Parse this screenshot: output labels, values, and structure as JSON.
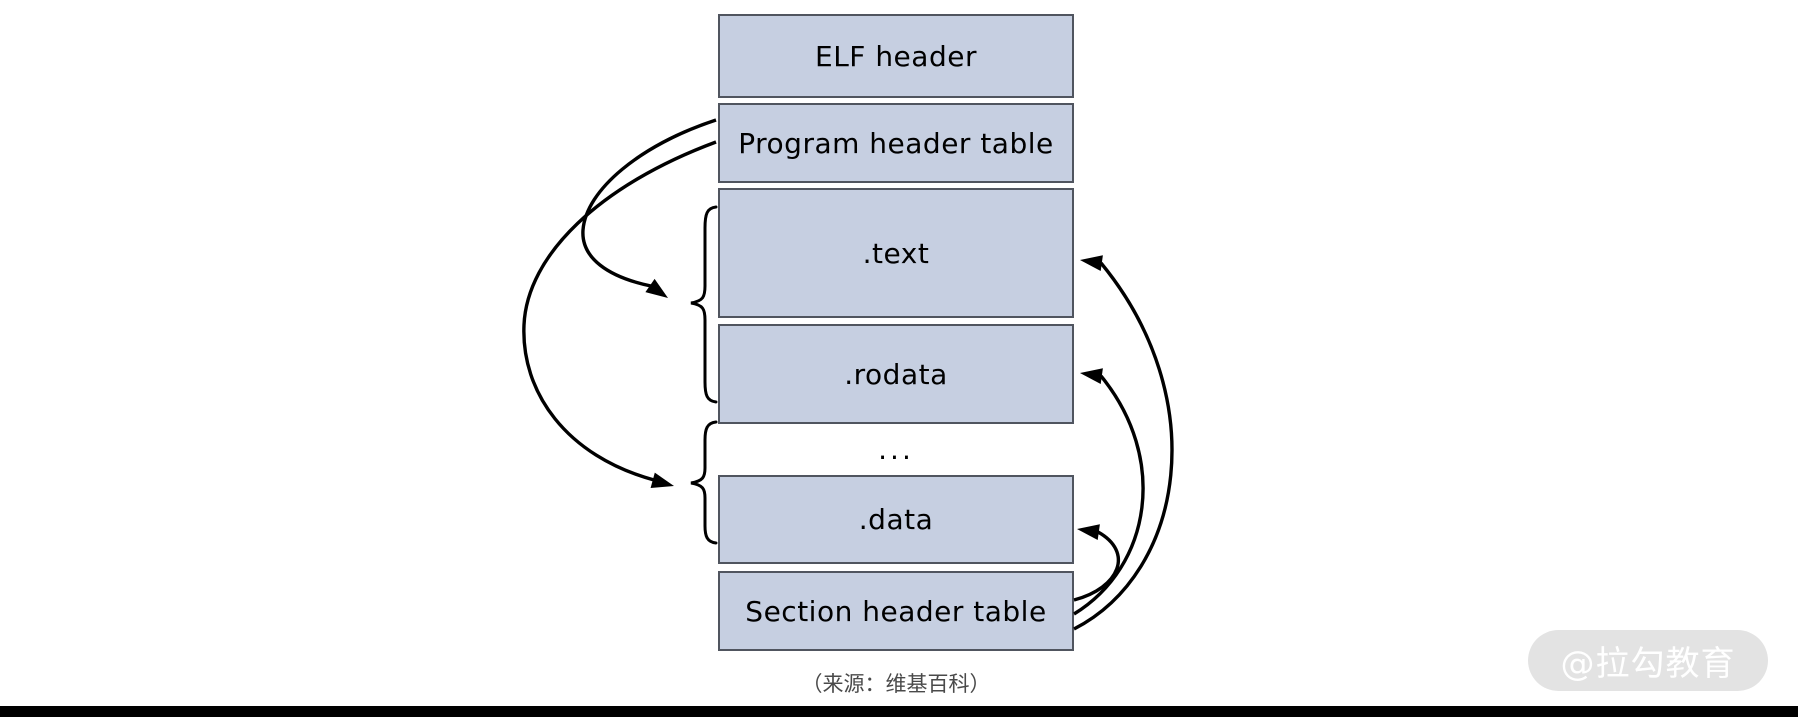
{
  "theme": {
    "box_fill": "#c6cfe1",
    "box_border": "#50555f",
    "box_text": "#000000",
    "arrow_color": "#000000",
    "caption_color": "#4a4a4a",
    "watermark_bg": "#e3e3e3",
    "watermark_text": "#ffffff",
    "footer_bar": "#000000",
    "page_bg": "#ffffff"
  },
  "diagram": {
    "boxes": [
      {
        "id": "elf-header",
        "label": "ELF header"
      },
      {
        "id": "program-header-table",
        "label": "Program header table"
      },
      {
        "id": "text-section",
        "label": ".text"
      },
      {
        "id": "rodata-section",
        "label": ".rodata"
      },
      {
        "id": "ellipsis",
        "label": "..."
      },
      {
        "id": "data-section",
        "label": ".data"
      },
      {
        "id": "section-header-table",
        "label": "Section header table"
      }
    ],
    "arrows": [
      {
        "name": "program-header-to-text-rodata-group"
      },
      {
        "name": "program-header-to-ellipsis-data-group"
      },
      {
        "name": "section-header-to-text"
      },
      {
        "name": "section-header-to-rodata"
      },
      {
        "name": "section-header-to-data"
      }
    ]
  },
  "caption": {
    "text": "（来源：维基百科）"
  },
  "watermark": {
    "text": "@拉勾教育"
  }
}
